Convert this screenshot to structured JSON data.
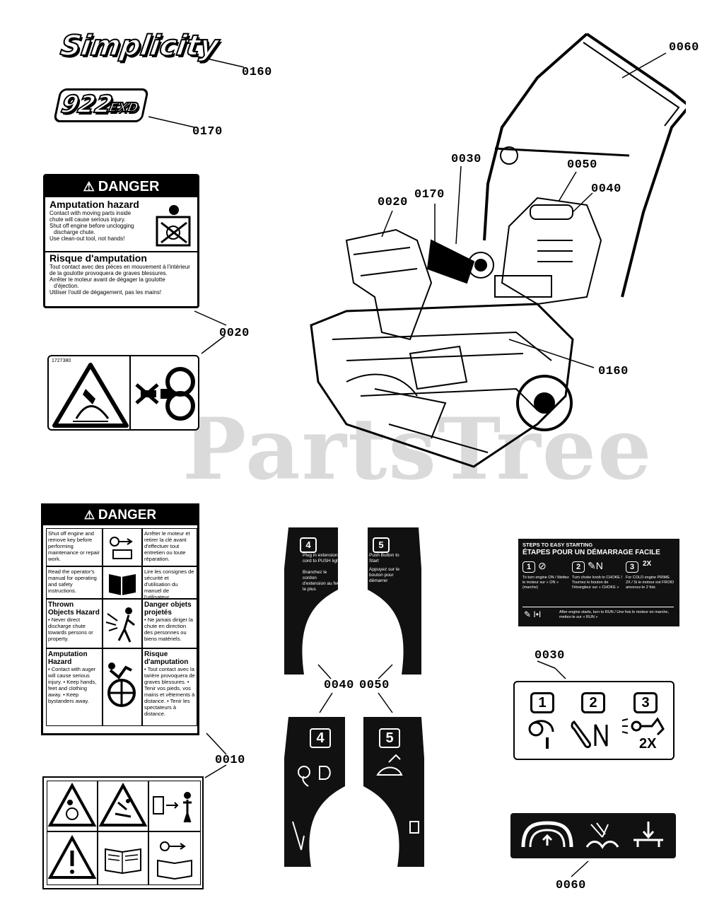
{
  "brand": {
    "logo_text": "Simplicity",
    "model_text": "922EXD",
    "model_number": "922",
    "model_suffix": "EXD",
    "watermark": "PartsTree"
  },
  "callouts": {
    "c0160_top": "0160",
    "c0170_top": "0170",
    "c0060_top": "0060",
    "c0030_top": "0030",
    "c0050_top": "0050",
    "c0040_top": "0040",
    "c0020_top": "0020",
    "c0170_mid": "0170",
    "c0020_left": "0020",
    "c0160_right": "0160",
    "c0040_mid": "0040",
    "c0050_mid": "0050",
    "c0030_mid": "0030",
    "c0010": "0010",
    "c0060_bottom": "0060"
  },
  "danger_decal_1": {
    "header": "DANGER",
    "title_en": "Amputation hazard",
    "body_en_1": "Contact with moving parts inside",
    "body_en_2": "chute will cause serious injury.",
    "bullet_en_1": "Shut off engine before unclogging",
    "bullet_en_1b": "discharge chute.",
    "bullet_en_2": "Use clean-out tool, not hands!",
    "title_fr": "Risque d'amputation",
    "body_fr_1": "Tout contact avec des pièces en mouvement à l'intérieur",
    "body_fr_2": "de la goulotte provoquera de graves blessures.",
    "bullet_fr_1": "Arrêter le moteur avant de dégager la goulotte",
    "bullet_fr_1b": "d'éjection.",
    "bullet_fr_2": "Utiliser l'outil de dégagement, pas les mains!"
  },
  "pictogram_decal": {
    "code": "1727380"
  },
  "danger_decal_2": {
    "header": "DANGER",
    "r1_en": "Shut off engine and remove key before performing maintenance or repair work.",
    "r1_fr": "Arrêter le moteur et retirer la clé avant d'effectuer tout entretien ou toute réparation.",
    "r2_en": "Read the operator's manual for operating and safety instructions.",
    "r2_fr": "Lire les consignes de sécurité et d'utilisation du manuel de l'utilisateur.",
    "r3_en_title": "Thrown Objects Hazard",
    "r3_en": "• Never direct discharge chute towards persons or property.",
    "r3_fr_title": "Danger objets projetés",
    "r3_fr": "• Ne jamais diriger la chute en direction des personnes ou biens matériels.",
    "r4_en_title": "Amputation Hazard",
    "r4_en": "• Contact with auger will cause serious injury. • Keep hands, feet and clothing away. • Keep bystanders away.",
    "r4_fr_title": "Risque d'amputation",
    "r4_fr": "• Tout contact avec la tarière provoquera de graves blessures. • Tenir vos pieds, vos mains et vêtements à distance. • Tenir les spectateurs à distance."
  },
  "handle_decal_left": {
    "step": "4",
    "text_en": "Plug in extension cord to PUSH light",
    "text_fr": "Branchez le cordon d'extension au feu le plus"
  },
  "handle_decal_right": {
    "step": "5",
    "text_en": "Push Button to Start",
    "text_fr": "Appuyez sur le bouton pour démarrer"
  },
  "handle_decal_left_large": {
    "step": "4"
  },
  "handle_decal_right_large": {
    "step": "5"
  },
  "starting_decal": {
    "title_en": "STEPS TO EASY STARTING",
    "title_fr": "ÉTAPES POUR UN DÉMARRAGE FACILE",
    "step1": "1",
    "step2": "2",
    "step3": "3",
    "step3_badge": "2X",
    "step1_text": "To turn engine ON / Mettez le moteur sur « ON » (marche)",
    "step2_text": "Turn choke knob to CHOKE / Tournez le bouton de l'étrangleur sur « CHOKE »",
    "step3_text": "For COLD engine PRIME 2X / Si le moteur est FROID amorcez-le 2 fois",
    "footer": "After engine starts, turn to RUN / Une fois le moteur en marche, mettez-le sur « RUN »"
  },
  "steps_decal": {
    "step1": "1",
    "step2": "2",
    "step3": "3",
    "badge": "2X"
  }
}
